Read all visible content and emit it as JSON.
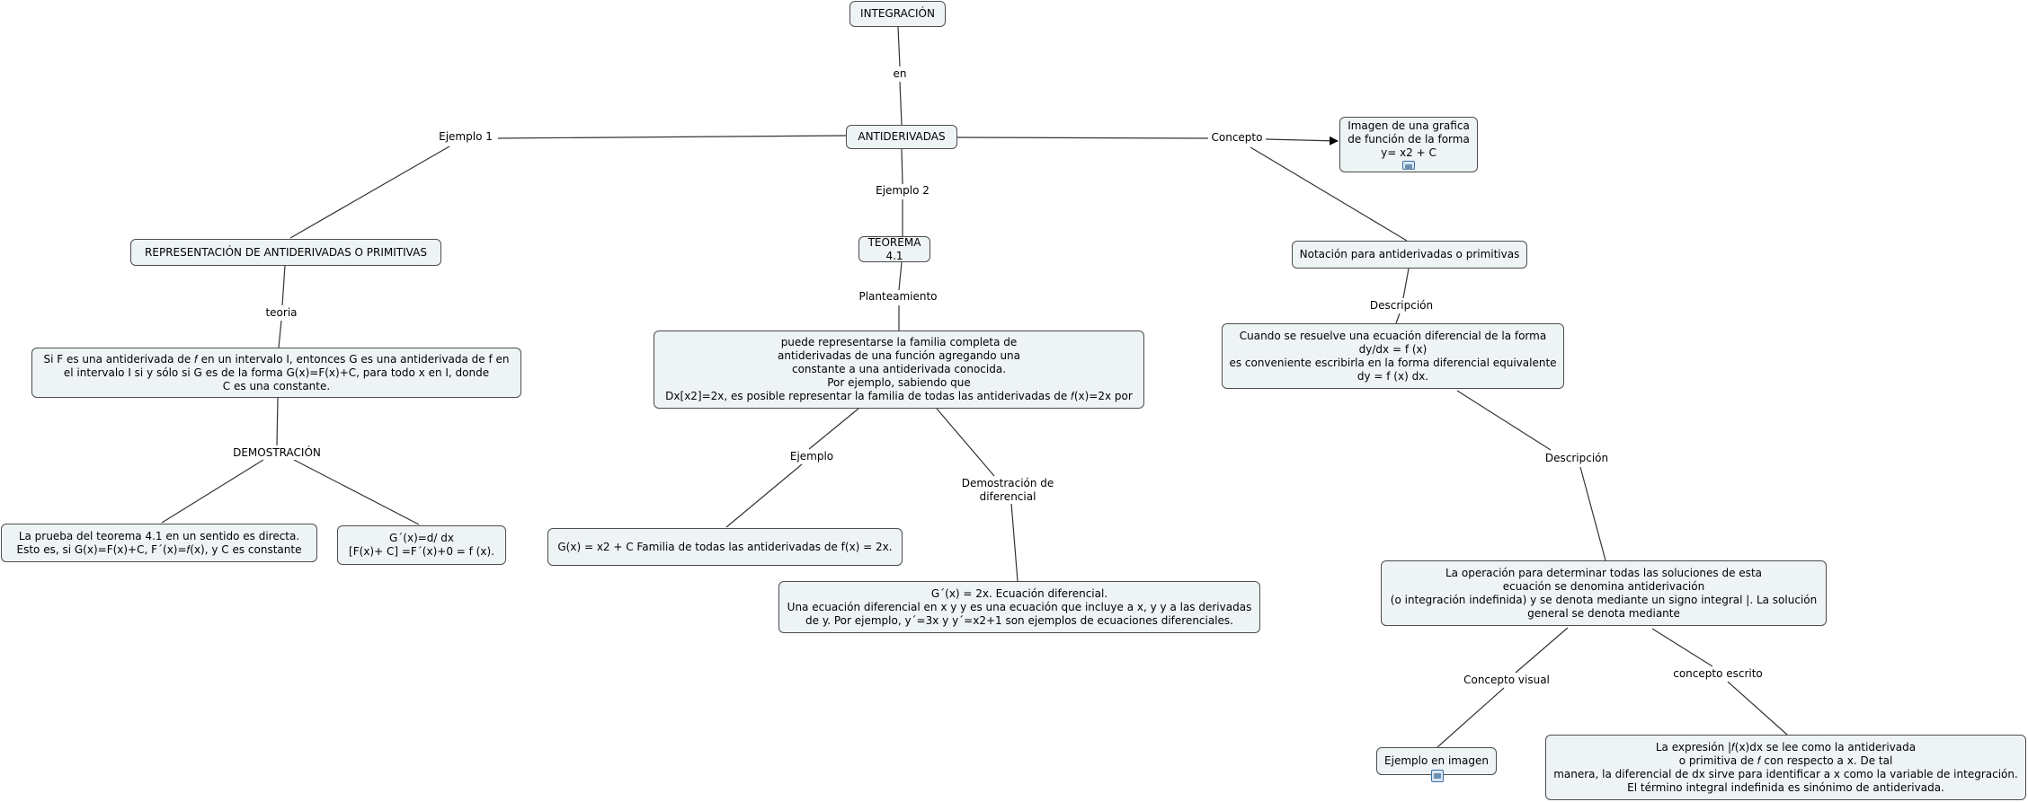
{
  "nodes": {
    "integracion": "INTEGRACIÓN",
    "antiderivadas": "ANTIDERIVADAS",
    "representacion": "REPRESENTACIÓN DE ANTIDERIVADAS O PRIMITIVAS",
    "teorema": "TEOREMA 4.1",
    "imagen_grafica": [
      "Imagen de una grafica",
      "de función de la forma",
      "y= x2 + C"
    ],
    "notacion": "Notación para antiderivadas o primitivas",
    "si_f": [
      "Si F es una antiderivada de 𝑓 en un intervalo I, entonces G es una antiderivada de f en",
      "el intervalo I si y sólo si G es de la forma G(x)=F(x)+C, para todo x en I, donde",
      "C es una constante."
    ],
    "puede": [
      "puede representarse la familia completa de",
      "antiderivadas de una función agregando una",
      "constante a una antiderivada conocida.",
      "Por ejemplo, sabiendo que",
      "Dx[x2]=2x, es posible representar la familia de todas las antiderivadas de 𝑓(x)=2x por"
    ],
    "cuando": [
      "Cuando se resuelve una ecuación diferencial de la forma",
      "dy/dx = f (x)",
      "es conveniente escribirla en la forma diferencial equivalente",
      "dy = f (x) dx."
    ],
    "prueba": [
      "La prueba del teorema 4.1 en un sentido es directa.",
      "Esto es, si G(x)=F(x)+C, F´(x)=𝑓(x), y C es constante"
    ],
    "gprima": [
      "G´(x)=d/ dx",
      "[F(x)+ C] =F´(x)+0 = f (x)."
    ],
    "gx": "G(x) = x2 + C Familia de todas las antiderivadas de f(x) = 2x.",
    "gprima2": [
      "G´(x) = 2x. Ecuación diferencial.",
      "Una ecuación diferencial en x y y es una ecuación que incluye a x, y y a las derivadas",
      "de y. Por ejemplo, y´=3x y y´=x2+1 son ejemplos de ecuaciones diferenciales."
    ],
    "operacion": [
      "La operación para determinar todas las soluciones de esta",
      "ecuación se denomina antiderivación",
      "(o integración indefinida) y se denota mediante un signo integral |. La solución",
      "general se denota mediante"
    ],
    "ejemplo_imagen": "Ejemplo en imagen",
    "expresion": [
      "La expresión |𝑓(x)dx se lee como la antiderivada",
      "o primitiva de 𝑓 con respecto a x. De tal",
      "manera, la diferencial de dx sirve para identificar a x como la variable de integración.",
      "El término integral indefinida es sinónimo de antiderivada."
    ]
  },
  "links": {
    "en": "en",
    "ejemplo1": "Ejemplo 1",
    "concepto": "Concepto",
    "ejemplo2": "Ejemplo 2",
    "teoria": "teoria",
    "planteamiento": "Planteamiento",
    "descripcion1": "Descripción",
    "demostracion": "DEMOSTRACIÓN",
    "ejemplo": "Ejemplo",
    "demostracion_dif": [
      "Demostración de",
      "diferencial"
    ],
    "descripcion2": "Descripción",
    "concepto_visual": "Concepto visual",
    "concepto_escrito": "concepto escrito"
  },
  "colors": {
    "node_fill": "#eef3f5",
    "node_border": "#4d4d4d",
    "line": "#333333"
  },
  "icons": [
    "image-icon"
  ]
}
